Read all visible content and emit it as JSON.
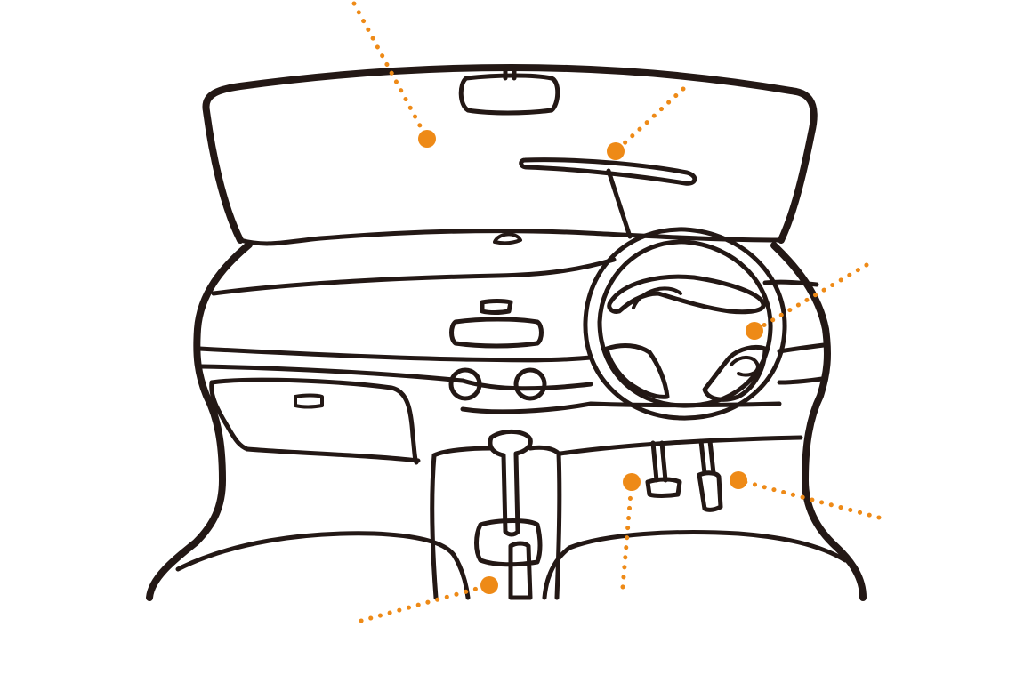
{
  "diagram": {
    "colors": {
      "ink": "#231815",
      "accent": "#EE8A17",
      "background": "#FFFFFF"
    },
    "callouts": [
      {
        "id": "windshield",
        "target": "windshield"
      },
      {
        "id": "wiper",
        "target": "wiper-blade"
      },
      {
        "id": "steering",
        "target": "steering-wheel"
      },
      {
        "id": "brake",
        "target": "brake-pedal"
      },
      {
        "id": "accelerator",
        "target": "accelerator-pedal"
      },
      {
        "id": "shift",
        "target": "shift-lever"
      }
    ]
  }
}
